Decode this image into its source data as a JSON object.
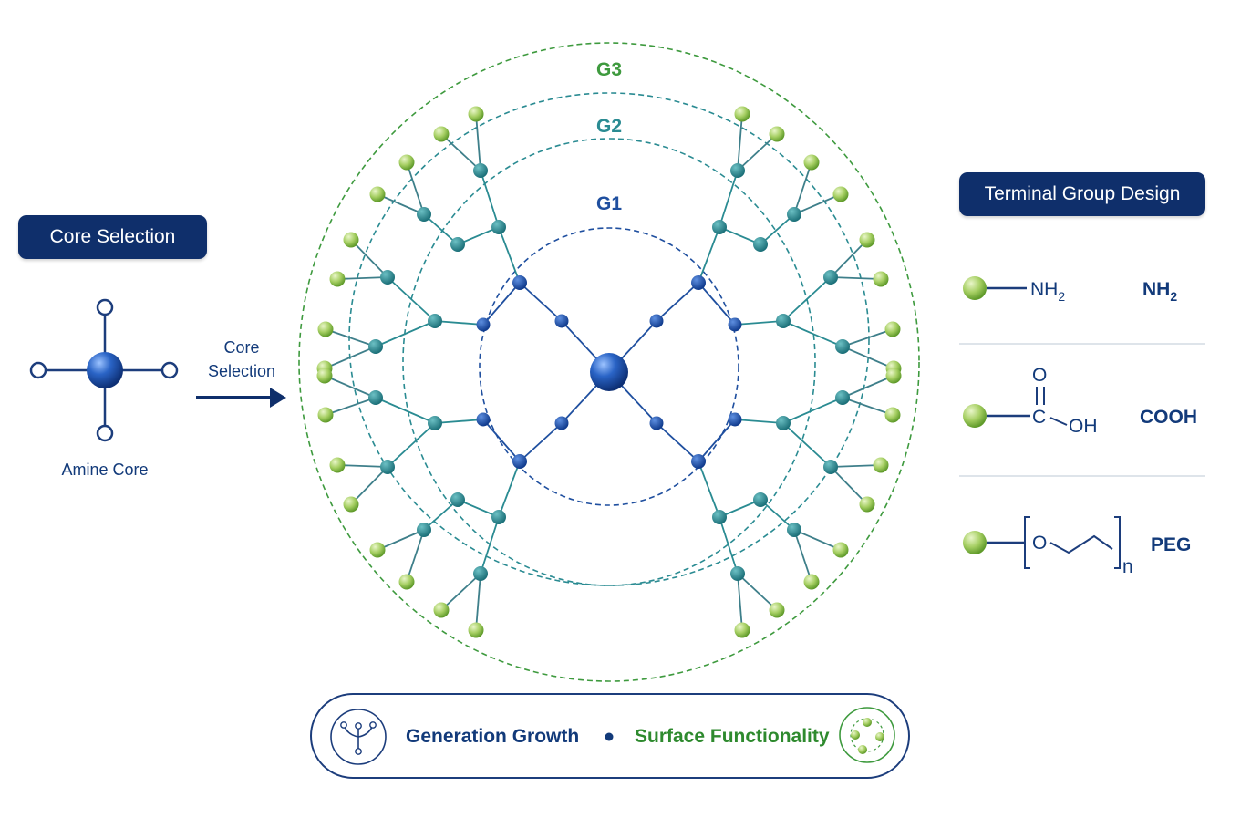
{
  "colors": {
    "navy": "#0f2f6b",
    "core_blue": "#1f58b8",
    "teal": "#2a8b92",
    "lime": "#9bc85b",
    "g1": "#1f4f9f",
    "g2": "#2a8b92",
    "g3": "#3e9a3e"
  },
  "left_panel": {
    "title": "Core Selection",
    "core_label": "Amine Core",
    "arrow_label_line1": "Core",
    "arrow_label_line2": "Selection"
  },
  "generations": {
    "g1": "G1",
    "g2": "G2",
    "g3": "G3"
  },
  "right_panel": {
    "title": "Terminal Group Design",
    "rows": [
      {
        "formula": "NH",
        "formula_sub": "2",
        "name": "NH",
        "name_sub": "2"
      },
      {
        "formula_c": "C",
        "formula_o": "O",
        "formula_oh": "OH",
        "name": "COOH"
      },
      {
        "formula_o": "O",
        "formula_sub": "n",
        "name": "PEG"
      }
    ]
  },
  "legend": {
    "growth": "Generation Growth",
    "surface": "Surface Functionality",
    "icons": [
      "branch-icon",
      "nanoparticle-icon"
    ]
  }
}
